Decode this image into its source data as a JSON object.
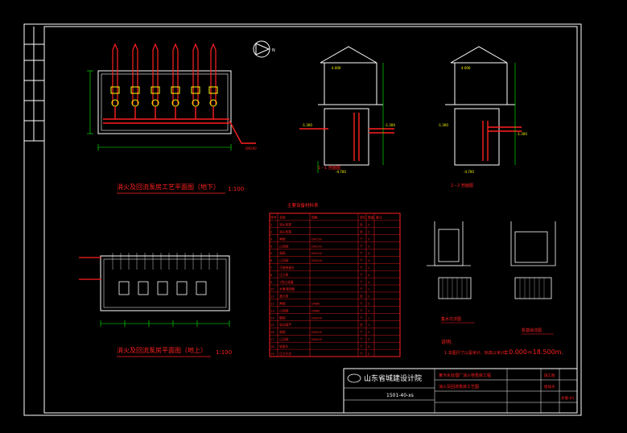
{
  "colors": {
    "background": "#000000",
    "frame": "#ffffff",
    "section": "#ff2020",
    "equipment": "#ffff00",
    "pipe": "#ffffff",
    "dimension": "#00ff00",
    "structure": "#00ffff",
    "highlight": "#ff00ff"
  },
  "plan_underground": {
    "title": "消火及回流泵房工艺平面图（地下）",
    "scale": "1:100"
  },
  "plan_aboveground": {
    "title": "消火及回流泵房平面图（地上）",
    "scale": "1:100"
  },
  "section_1": {
    "label": "1－1 剖面图"
  },
  "section_2": {
    "label": "2－2 剖面图"
  },
  "north": {
    "symbol": "N"
  },
  "equipment_table": {
    "title": "主要设备材料表",
    "headers": [
      "序号",
      "名称",
      "规格",
      "单位",
      "数量",
      "备注"
    ],
    "rows": [
      [
        "1",
        "消火栓泵",
        "",
        "台",
        "3",
        ""
      ],
      [
        "2",
        "消火栓泵",
        "",
        "台",
        "2",
        ""
      ],
      [
        "3",
        "闸阀",
        "DN150",
        "个",
        "3",
        ""
      ],
      [
        "4",
        "止回阀",
        "DN150",
        "个",
        "3",
        ""
      ],
      [
        "5",
        "闸阀",
        "DN100",
        "个",
        "4",
        ""
      ],
      [
        "6",
        "止回阀",
        "DN100",
        "个",
        "4",
        ""
      ],
      [
        "7",
        "可曲挠接头",
        "",
        "个",
        "2",
        ""
      ],
      [
        "8",
        "压力表",
        "",
        "个",
        "4",
        ""
      ],
      [
        "9",
        "Y型过滤器",
        "",
        "个",
        "4",
        ""
      ],
      [
        "10",
        "水锤消除器",
        "",
        "个",
        "1",
        ""
      ],
      [
        "11",
        "潜污泵",
        "",
        "台",
        "2",
        ""
      ],
      [
        "12",
        "闸阀",
        "DN80",
        "个",
        "2",
        ""
      ],
      [
        "13",
        "止回阀",
        "DN80",
        "个",
        "2",
        ""
      ],
      [
        "14",
        "蝶阀",
        "DN200",
        "个",
        "1",
        ""
      ],
      [
        "15",
        "电动葫芦",
        "",
        "台",
        "1",
        ""
      ],
      [
        "16",
        "闸阀",
        "DN200",
        "个",
        "3",
        ""
      ],
      [
        "17",
        "止回阀",
        "DN200",
        "个",
        "3",
        ""
      ],
      [
        "18",
        "软接头",
        "",
        "个",
        "4",
        ""
      ],
      [
        "19",
        "压力开关",
        "",
        "个",
        "2",
        ""
      ]
    ]
  },
  "notes": {
    "heading": "说明:",
    "line1": "1.本图尺寸以毫米计，标高以米计。",
    "elevation": "±0.000=18.500m."
  },
  "detail_1": {
    "label": "集水坑详图"
  },
  "detail_2": {
    "label": "泵基础详图"
  },
  "title_block": {
    "company": "山东省城建设计院",
    "drawing_no": "1501-40-xs",
    "project": "某污水处理厂消火栓泵房工程",
    "drawing_title": "消火及回流泵房工艺图",
    "stage": "施工图",
    "discipline": "给排水",
    "sheet": "水施-01"
  }
}
